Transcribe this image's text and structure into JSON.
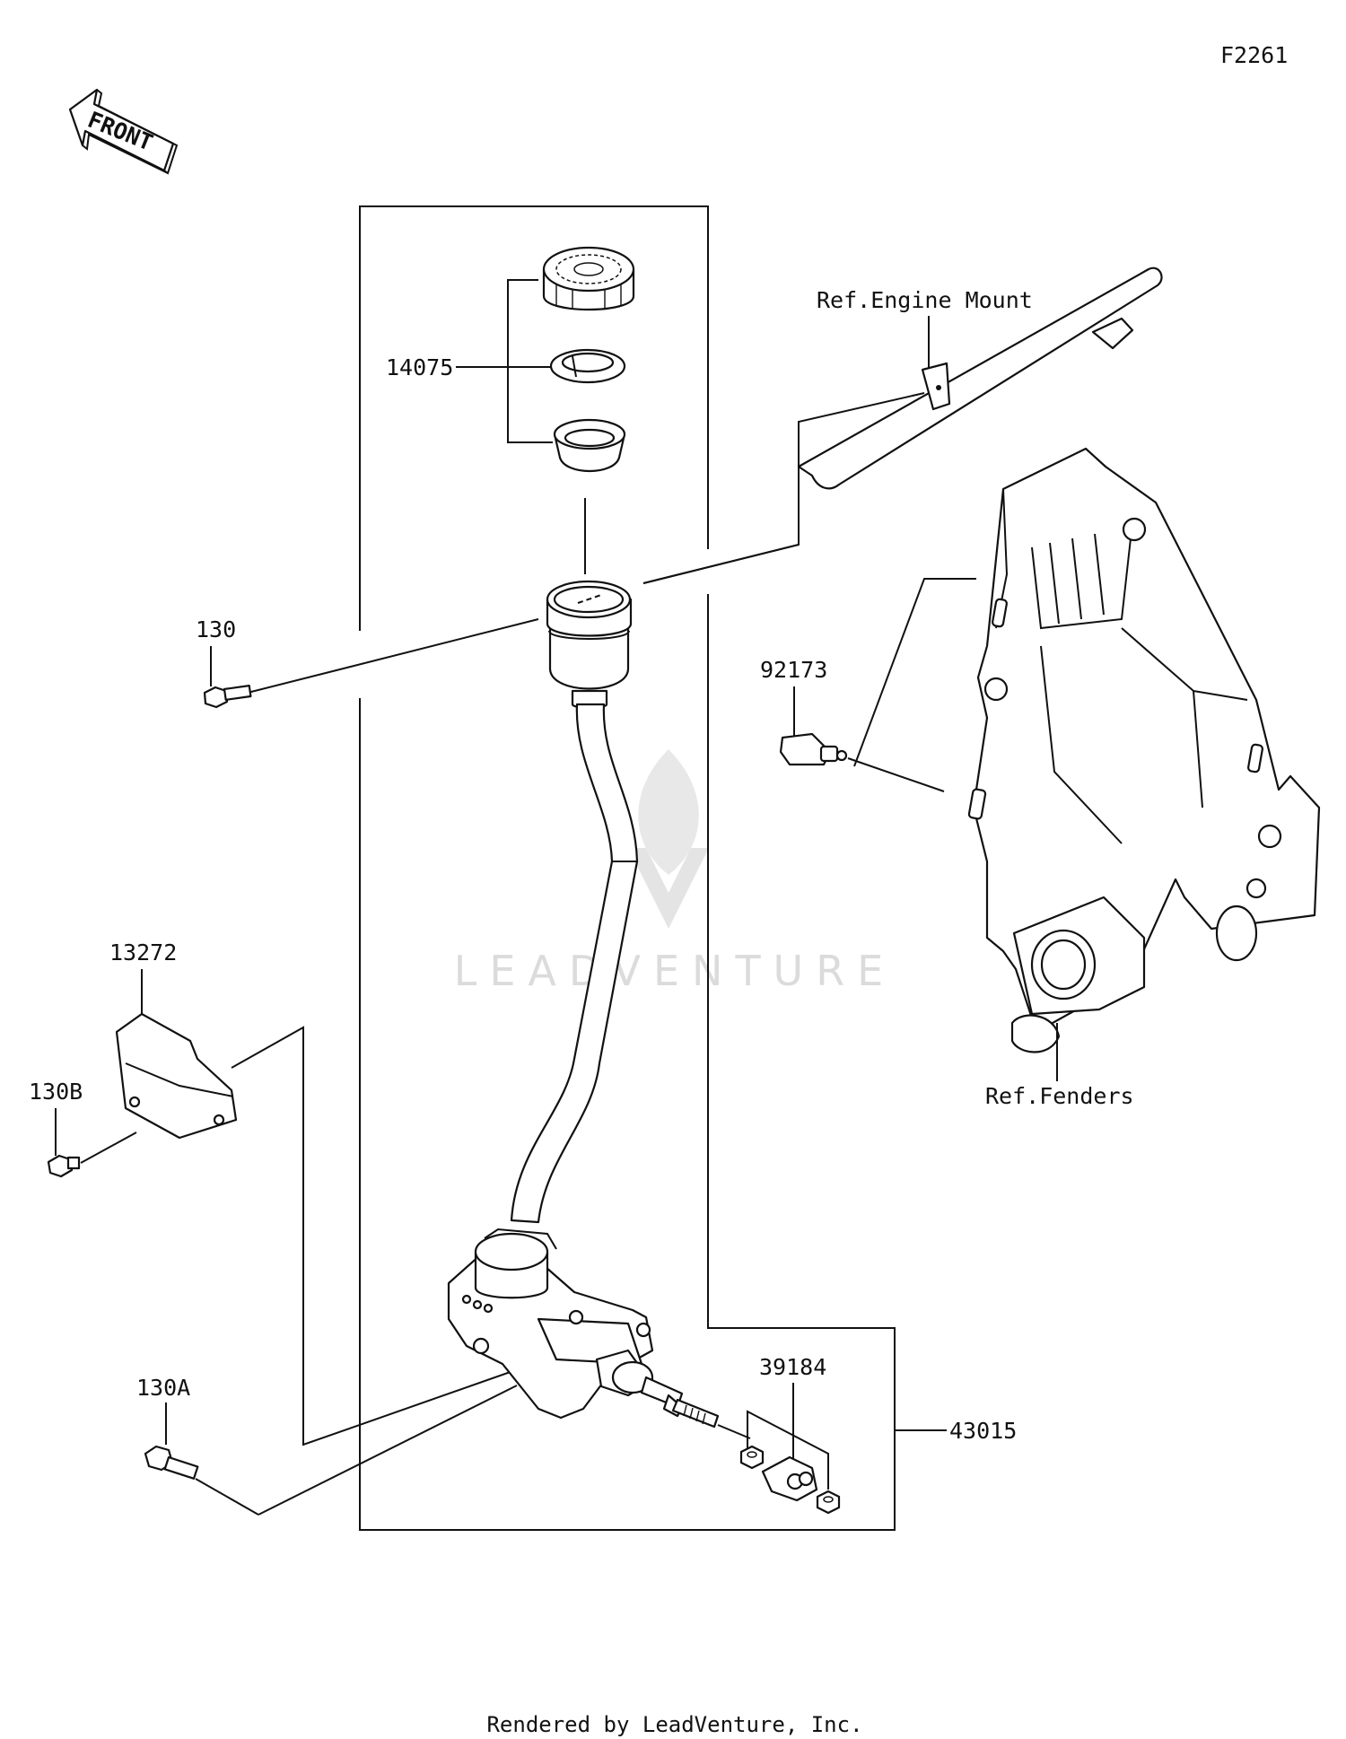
{
  "diagram_code": "F2261",
  "front_arrow": {
    "label": "FRONT"
  },
  "callouts": {
    "p14075": "14075",
    "p130": "130",
    "p92173": "92173",
    "p13272": "13272",
    "p130b": "130B",
    "p130a": "130A",
    "p39184": "39184",
    "p43015": "43015",
    "ref_engine_mount": "Ref.Engine Mount",
    "ref_fenders": "Ref.Fenders"
  },
  "watermark": "LEADVENTURE",
  "footer": "Rendered by LeadVenture, Inc.",
  "colors": {
    "line": "#111111",
    "watermark": "#d8d8d8",
    "background": "#ffffff"
  }
}
